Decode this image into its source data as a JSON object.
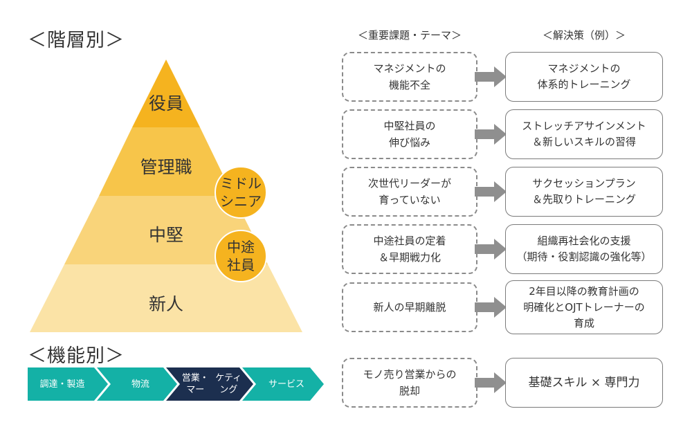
{
  "headings": {
    "by_level": "＜階層別＞",
    "by_function": "＜機能別＞",
    "issues_col": "＜重要課題・テーマ＞",
    "solutions_col": "＜解決策（例）＞"
  },
  "pyramid": {
    "levels": [
      "役員",
      "管理職",
      "中堅",
      "新人"
    ],
    "circles": [
      {
        "lines": [
          "ミドル",
          "シニア"
        ]
      },
      {
        "lines": [
          "中途",
          "社員"
        ]
      }
    ]
  },
  "rows": [
    {
      "issue": [
        "マネジメントの",
        "機能不全"
      ],
      "solution": [
        "マネジメントの",
        "体系的トレーニング"
      ]
    },
    {
      "issue": [
        "中堅社員の",
        "伸び悩み"
      ],
      "solution": [
        "ストレッチアサインメント",
        "＆新しいスキルの習得"
      ]
    },
    {
      "issue": [
        "次世代リーダーが",
        "育っていない"
      ],
      "solution": [
        "サクセッションプラン",
        "＆先取りトレーニング"
      ]
    },
    {
      "issue": [
        "中途社員の定着",
        "＆早期戦力化"
      ],
      "solution": [
        "組織再社会化の支援",
        "（期待・役割認識の強化等）"
      ]
    },
    {
      "issue": [
        "新人の早期離脱"
      ],
      "solution": [
        "2年目以降の教育計画の",
        "明確化とOJTトレーナーの",
        "育成"
      ]
    },
    {
      "issue": [
        "モノ売り営業からの",
        "脱却"
      ],
      "solution": [
        "基礎スキル × 専門力"
      ]
    }
  ],
  "functions": [
    {
      "lines": [
        "調達・製造"
      ]
    },
    {
      "lines": [
        "物流"
      ]
    },
    {
      "lines": [
        "営業・マー",
        "ケティング"
      ]
    },
    {
      "lines": [
        "サービス"
      ]
    }
  ],
  "colors": {
    "pyramid_top": "#f5b31f",
    "pyramid_mid1": "#f7c54a",
    "pyramid_mid2": "#f9d47a",
    "pyramid_base": "#fbe3a6",
    "circle": "#f5b31f",
    "teal": "#14b1a6",
    "navy": "#1c2f4f",
    "arrow": "#8f8f8f"
  },
  "icons": {
    "arrow": "right-arrow-icon"
  }
}
